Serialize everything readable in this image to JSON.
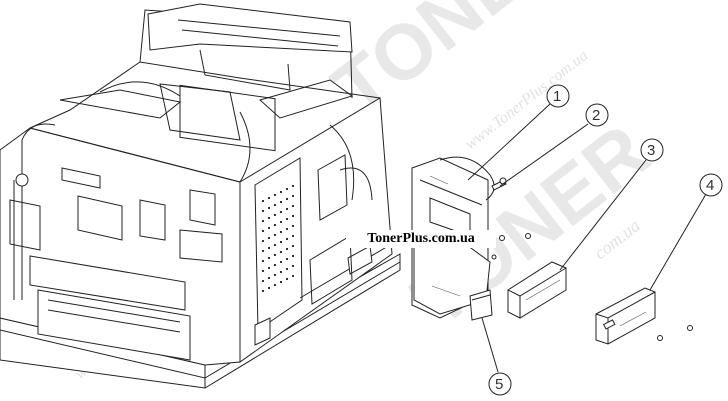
{
  "watermark": {
    "brand": "TONER",
    "site": "www.TonerPlus.com.ua",
    "site_short": "com.ua"
  },
  "site_label": "TonerPlus.com.ua",
  "callouts": [
    {
      "number": "1"
    },
    {
      "number": "2"
    },
    {
      "number": "3"
    },
    {
      "number": "4"
    },
    {
      "number": "5"
    }
  ]
}
